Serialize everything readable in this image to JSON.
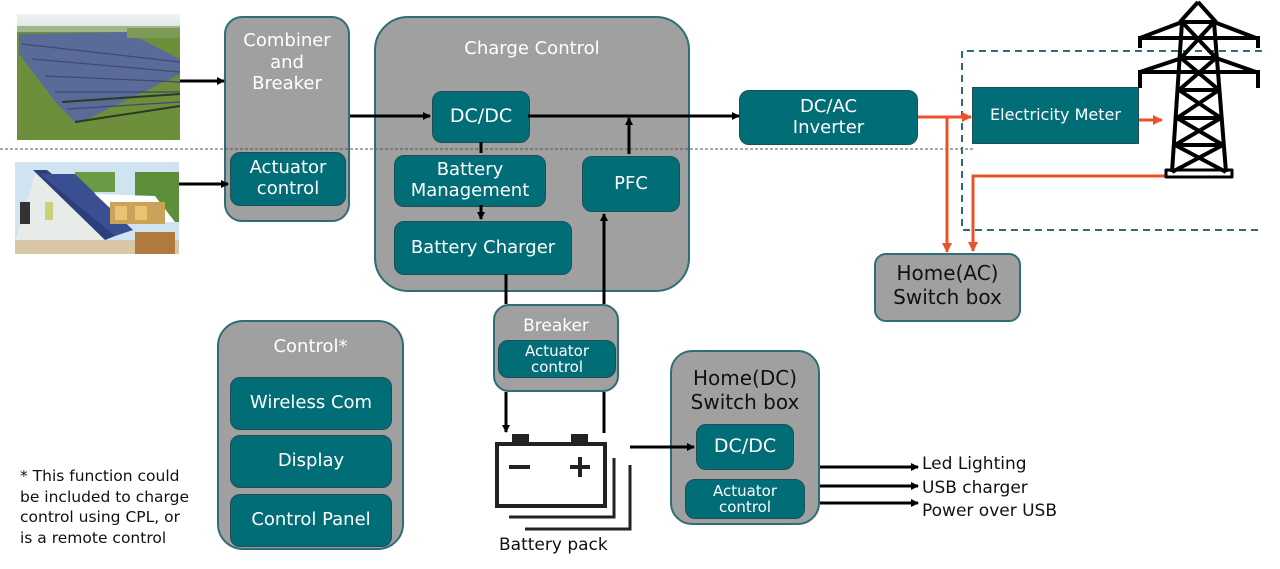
{
  "sources": {
    "solar_farm": {
      "icon": "solar-farm-photo"
    },
    "rooftop": {
      "icon": "rooftop-solar-house-photo"
    }
  },
  "combiner": {
    "title": "Combiner and Breaker",
    "title_lines": [
      "Combiner",
      "and",
      "Breaker"
    ],
    "actuator": [
      "Actuator",
      "control"
    ]
  },
  "charge_control": {
    "title": "Charge Control",
    "dcdc": "DC/DC",
    "battery_management": [
      "Battery",
      "Management"
    ],
    "battery_charger": "Battery Charger",
    "pfc": "PFC"
  },
  "inverter": {
    "lines": [
      "DC/AC",
      "Inverter"
    ]
  },
  "meter": {
    "label": "Electricity Meter"
  },
  "grid": {
    "icon": "power-pylon-icon"
  },
  "home_ac": {
    "lines": [
      "Home(AC)",
      "Switch box"
    ]
  },
  "breaker": {
    "title": "Breaker",
    "actuator": [
      "Actuator",
      "control"
    ]
  },
  "battery": {
    "label": "Battery pack",
    "minus": "−",
    "plus": "+"
  },
  "home_dc": {
    "lines": [
      "Home(DC)",
      "Switch box"
    ],
    "dcdc": "DC/DC",
    "actuator": [
      "Actuator",
      "control"
    ]
  },
  "outputs": [
    "Led Lighting",
    "USB charger",
    "Power over USB"
  ],
  "control": {
    "title": "Control*",
    "items": [
      "Wireless Com",
      "Display",
      "Control Panel"
    ]
  },
  "footnote": [
    "* This function could",
    "be included to charge",
    "control using CPL, or",
    "is a remote control"
  ],
  "colors": {
    "teal": "#006d77",
    "grey": "#a0a0a0",
    "ac_line": "#e8532a",
    "dc_line": "#000000",
    "grid_boundary": "#2f6e74"
  }
}
